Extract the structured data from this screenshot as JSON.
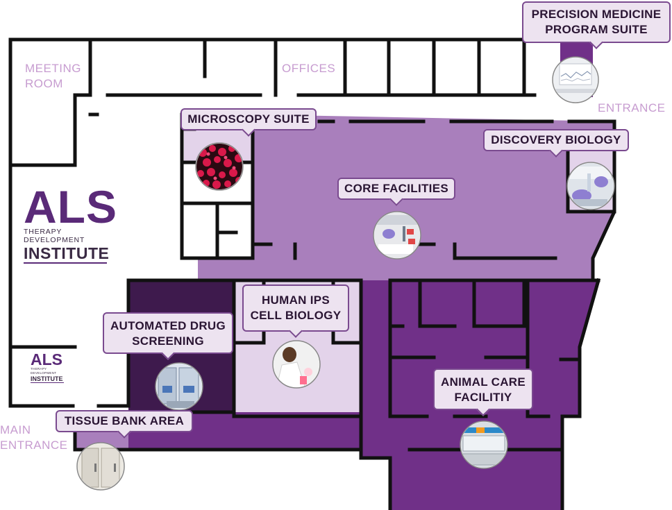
{
  "colors": {
    "wall": "#111111",
    "core": "#a97fbc",
    "light": "#e3d3ea",
    "dark": "#3e1a4d",
    "medium": "#703088",
    "callout_bg": "#ede3f0",
    "callout_border": "#7a4a8f",
    "label_text": "#c79cd0",
    "logo_purple": "#5a2a78"
  },
  "callouts": {
    "precision_medicine": {
      "line1": "PRECISION MEDICINE",
      "line2": "PROGRAM SUITE",
      "photo": "monitor-chart-icon"
    },
    "microscopy": {
      "label": "MICROSCOPY SUITE",
      "photo": "cell-fluorescence-icon"
    },
    "discovery_biology": {
      "label": "DISCOVERY BIOLOGY",
      "photo": "gloved-hands-icon"
    },
    "core_facilities": {
      "label": "CORE FACILITIES",
      "photo": "lab-pipette-icon"
    },
    "human_ips": {
      "line1": "HUMAN IPS",
      "line2": "CELL BIOLOGY",
      "photo": "scientist-icon"
    },
    "automated_drug": {
      "line1": "AUTOMATED DRUG",
      "line2": "SCREENING",
      "photo": "robot-lab-icon"
    },
    "animal_care": {
      "line1": "ANIMAL CARE",
      "line2": "FACILITIY",
      "photo": "cage-icon"
    },
    "tissue_bank": {
      "label": "TISSUE BANK AREA",
      "photo": "freezer-icon"
    }
  },
  "area_labels": {
    "meeting_room_1": "MEETING",
    "meeting_room_2": "ROOM",
    "offices": "OFFICES",
    "entrance": "ENTRANCE",
    "main_entrance_1": "MAIN",
    "main_entrance_2": "ENTRANCE"
  },
  "logo": {
    "abbr": "ALS",
    "tagline": "THERAPY DEVELOPMENT",
    "name": "INSTITUTE"
  }
}
